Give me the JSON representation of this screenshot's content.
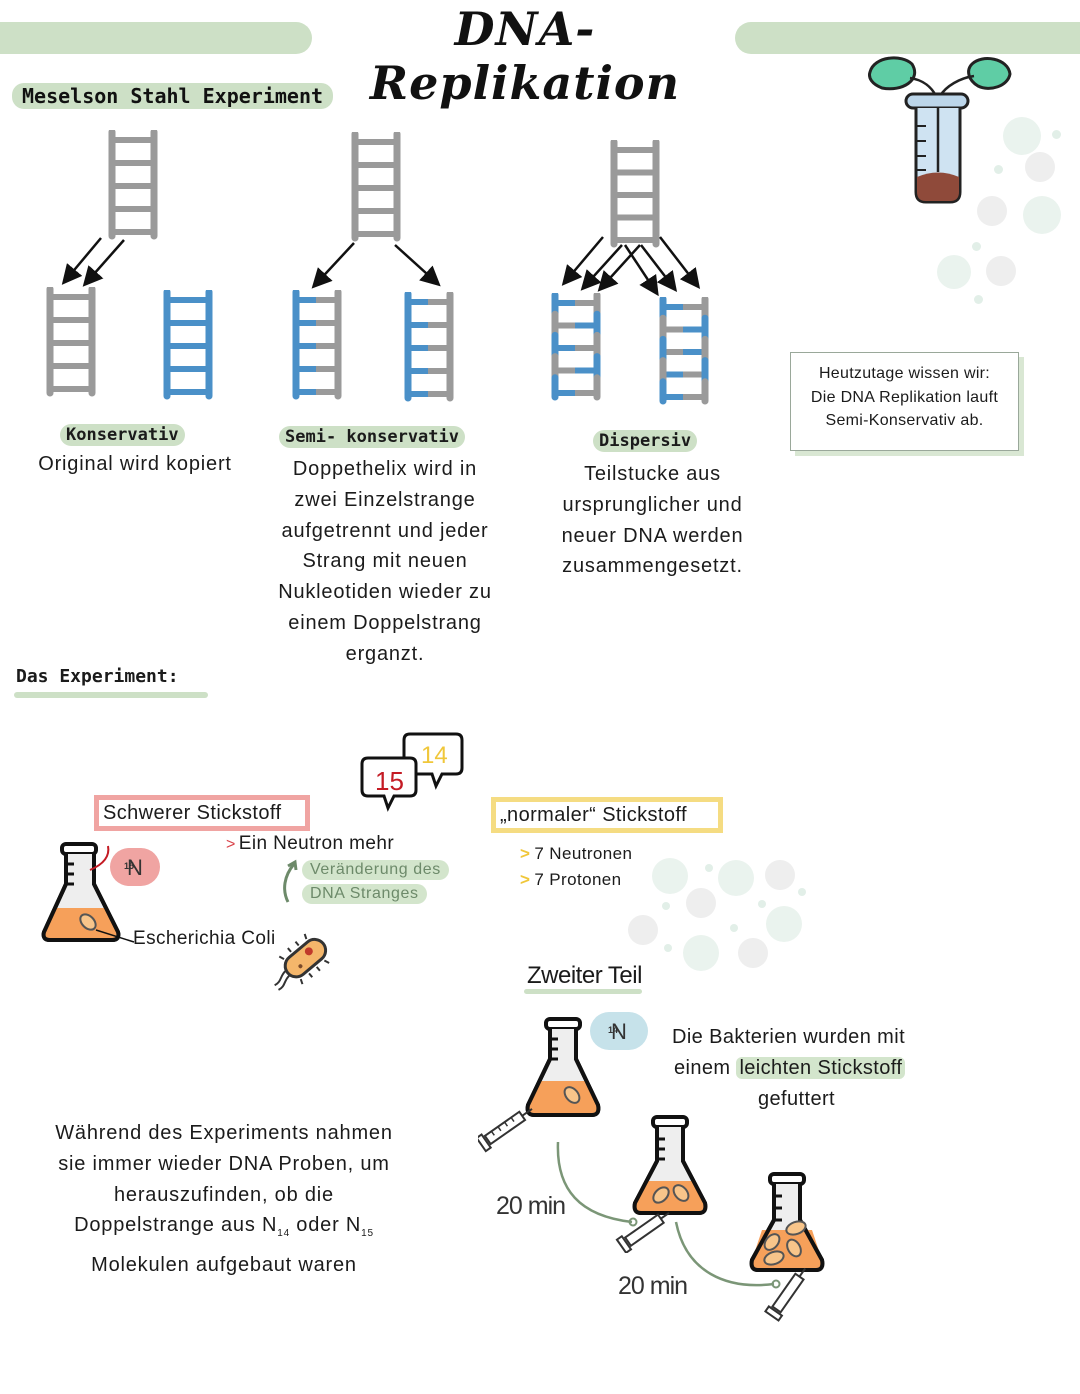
{
  "title": "DNA- Replikation",
  "meselson_heading": "Meselson Stahl Experiment",
  "models": [
    {
      "name": "Konservativ",
      "description_lines": [
        "Original wird kopiert"
      ]
    },
    {
      "name": "Semi- konservativ",
      "description_lines": [
        "Doppethelix wird in",
        "zwei Einzelstrange",
        "aufgetrennt und jeder",
        "Strang mit neuen",
        "Nukleotiden wieder zu",
        "einem Doppelstrang",
        "erganzt."
      ]
    },
    {
      "name": "Dispersiv",
      "description_lines": [
        "Teilstucke aus",
        "ursprunglicher und",
        "neuer DNA werden",
        "zusammengesetzt."
      ]
    }
  ],
  "note": {
    "lines": [
      "Heutzutage wissen wir:",
      "Die DNA Replikation lauft",
      "Semi-Konservativ ab."
    ]
  },
  "experiment_heading": "Das Experiment:",
  "speech_bubbles": {
    "heavy": "15",
    "normal": "14"
  },
  "heavy_nitrogen": {
    "label": "Schwerer Stickstoff",
    "point": "Ein Neutron mehr",
    "change_lines": [
      "Veränderung des",
      "DNA Stranges"
    ],
    "badge_symbol": "N",
    "badge_mass": "15",
    "organism": "Escherichia Coli"
  },
  "normal_nitrogen": {
    "label": "„normaler“ Stickstoff",
    "points": [
      "7 Neutronen",
      "7 Protonen"
    ]
  },
  "second_part": {
    "heading": "Zweiter Teil",
    "badge_symbol": "N",
    "badge_mass": "14",
    "text_line1": "Die Bakterien wurden mit",
    "text_line2_pre": "einem ",
    "text_line2_highlight": "leichten Stickstoff",
    "text_line3": "gefuttert",
    "interval_1": "20 min",
    "interval_2": "20 min"
  },
  "sampling_text": {
    "line1": "Während des Experiments nahmen",
    "line2": "sie immer wieder DNA Proben, um",
    "line3": "herauszufinden, ob die",
    "line4_pre": "Doppelstrange aus N",
    "line4_sub1": "14",
    "line4_mid": " oder N",
    "line4_sub2": "15",
    "line5": "Molekulen aufgebaut waren"
  },
  "colors": {
    "green_highlight": "#cde0c6",
    "old_strand_gray": "#9a9a9a",
    "new_strand_blue": "#4a90c8",
    "heavy_pink": "#f0a4a2",
    "normal_yellow": "#f5dc82",
    "flask_orange": "#f6a05a"
  }
}
